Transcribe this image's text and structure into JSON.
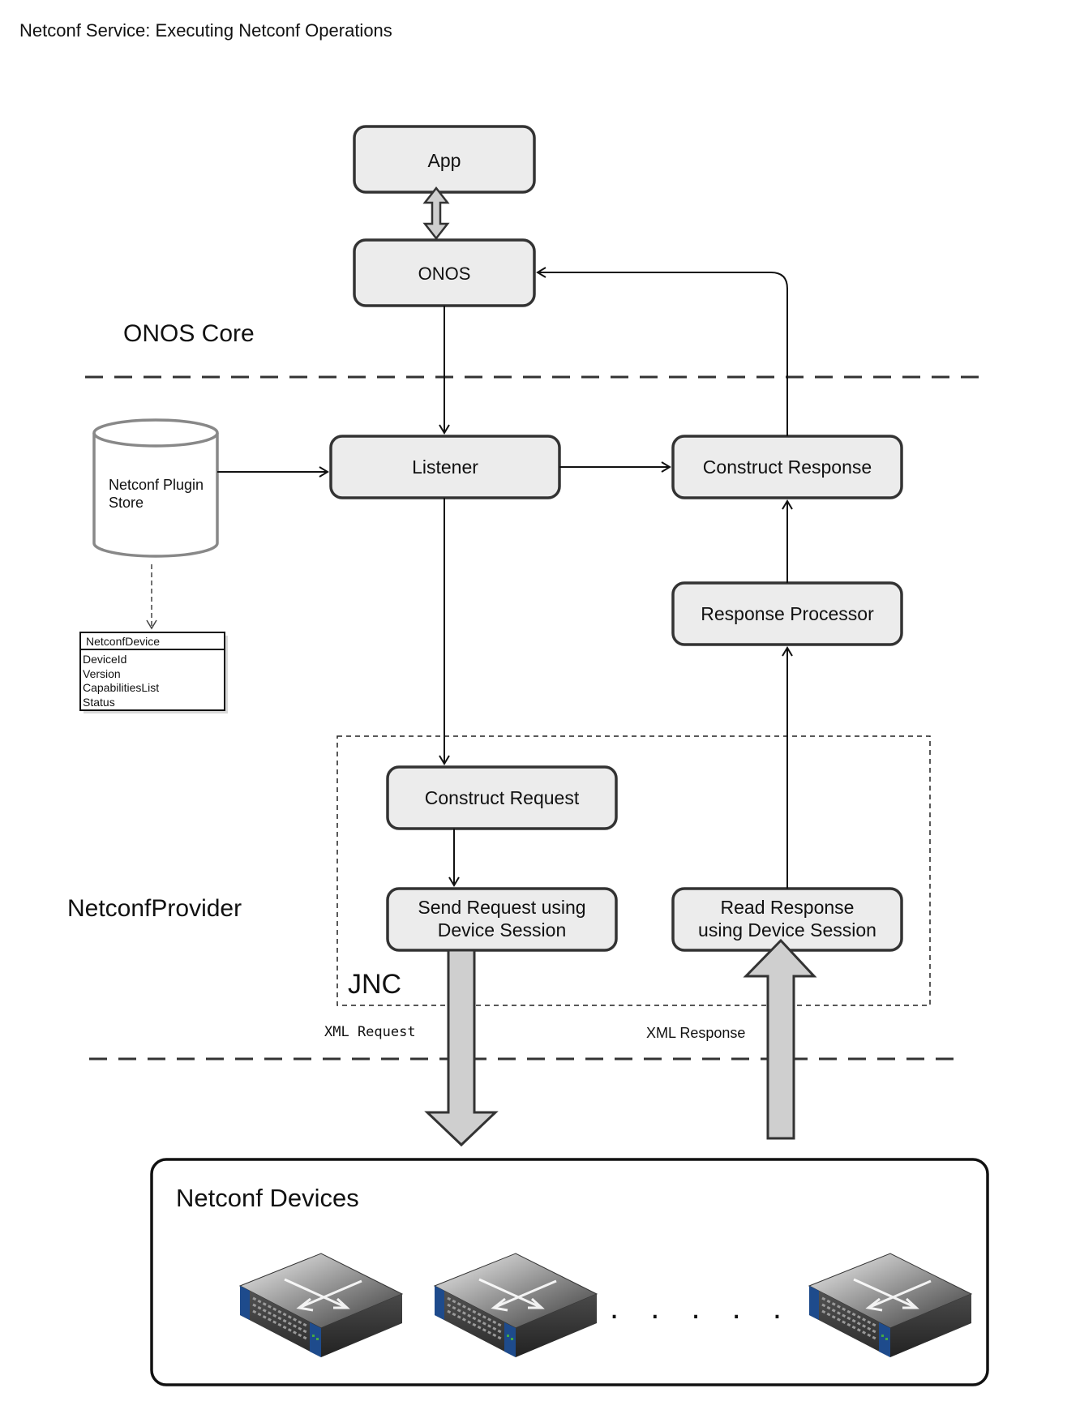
{
  "title": "Netconf Service: Executing Netconf Operations",
  "sections": {
    "core": "ONOS Core",
    "provider": "NetconfProvider",
    "jnc": "JNC",
    "devices": "Netconf Devices"
  },
  "nodes": {
    "app": "App",
    "onos": "ONOS",
    "listener": "Listener",
    "construct_response": "Construct Response",
    "response_processor": "Response Processor",
    "construct_request": "Construct Request",
    "send_request": [
      "Send Request using",
      "Device Session"
    ],
    "read_response": [
      "Read Response",
      "using Device Session"
    ]
  },
  "store": {
    "label": [
      "Netconf Plugin",
      "Store"
    ]
  },
  "device_class": {
    "name": "NetconfDevice",
    "fields": [
      "DeviceId",
      "Version",
      "CapabilitiesList",
      "Status"
    ]
  },
  "flows": {
    "request": "XML Request",
    "response": "XML Response"
  },
  "ellipsis": ". . . . ."
}
